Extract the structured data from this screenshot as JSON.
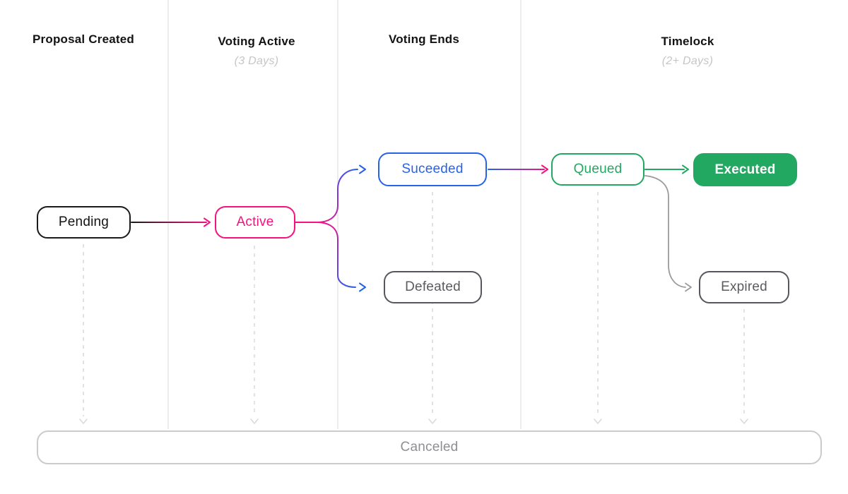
{
  "diagram": {
    "title_implicit": "Governance proposal lifecycle",
    "columns": [
      {
        "title": "Proposal Created",
        "subtitle": ""
      },
      {
        "title": "Voting Active",
        "subtitle": "(3 Days)"
      },
      {
        "title": "Voting Ends",
        "subtitle": ""
      },
      {
        "title": "Timelock",
        "subtitle": "(2+ Days)"
      }
    ],
    "nodes": {
      "pending": {
        "label": "Pending",
        "state_color": "#1A1A1A"
      },
      "active": {
        "label": "Active",
        "state_color": "#F5127F"
      },
      "succeeded": {
        "label": "Suceeded",
        "state_color": "#2563EB"
      },
      "defeated": {
        "label": "Defeated",
        "state_color": "#56565C"
      },
      "queued": {
        "label": "Queued",
        "state_color": "#23A862"
      },
      "executed": {
        "label": "Executed",
        "state_color": "#23A862"
      },
      "expired": {
        "label": "Expired",
        "state_color": "#56565C"
      },
      "canceled": {
        "label": "Canceled",
        "state_color": "#8E8E93"
      }
    },
    "edges": [
      {
        "from": "Pending",
        "to": "Active",
        "style": "solid gradient black→pink"
      },
      {
        "from": "Active",
        "to": "Suceeded",
        "style": "solid gradient pink→blue curve"
      },
      {
        "from": "Active",
        "to": "Defeated",
        "style": "solid gradient pink→blue curve"
      },
      {
        "from": "Suceeded",
        "to": "Queued",
        "style": "solid gradient blue→pink"
      },
      {
        "from": "Queued",
        "to": "Executed",
        "style": "solid green"
      },
      {
        "from": "Queued",
        "to": "Expired",
        "style": "solid gray curve"
      },
      {
        "from": "Pending",
        "to": "Canceled",
        "style": "dashed gray"
      },
      {
        "from": "Active",
        "to": "Canceled",
        "style": "dashed gray"
      },
      {
        "from": "Suceeded",
        "to": "Canceled",
        "style": "dashed gray"
      },
      {
        "from": "Queued",
        "to": "Canceled",
        "style": "dashed gray"
      },
      {
        "from": "Expired",
        "to": "Canceled",
        "style": "dashed gray"
      }
    ],
    "colors": {
      "ink": "#1A1A1A",
      "pink": "#F5127F",
      "purple-mid": "#7A3BD6",
      "blue": "#2563EB",
      "green": "#23A862",
      "gray-node-border": "#56565C",
      "gray-node-text": "#5B5B60",
      "gray-border": "#CBCBCB",
      "gray-muted": "#8E8E93",
      "edge-gray": "#9A9A9A",
      "dash": "#D9D9D9",
      "column-line": "#EDEDED",
      "subtitle": "#C6C6C6"
    }
  }
}
